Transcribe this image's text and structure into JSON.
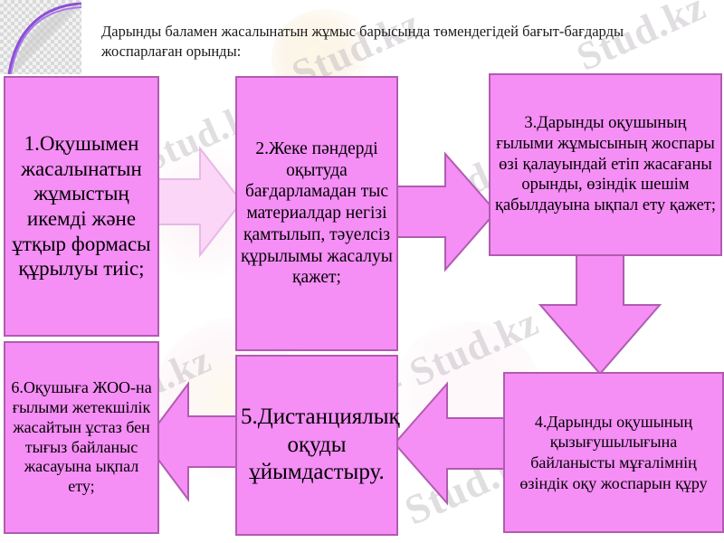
{
  "slide": {
    "background_color": "#ffffff",
    "box_fill": "#f58ef5",
    "box_border": "#b05cb0",
    "arrow_fill": "#f58ef5",
    "arrow_fill_pale": "#fbd6f7",
    "arrow_border": "#b05cb0",
    "text_color": "#000000"
  },
  "header": {
    "text": "Дарынды баламен жасалынатын жұмыс барысында төмендегідей бағыт-бағдарды жоспарлаған орынды:"
  },
  "boxes": [
    {
      "id": "box1",
      "number": "1",
      "text": "1.Оқушымен жасалынатын жұмыстың икемді және ұтқыр формасы құрылуы тиіс;"
    },
    {
      "id": "box2",
      "number": "2",
      "text": "2.Жеке пәндерді оқытуда бағдарламадан тыс материалдар негізі қамтылып, тәуелсіз құрылымы жасалуы қажет;"
    },
    {
      "id": "box3",
      "number": "3",
      "text": "3.Дарынды оқушының ғылыми жұмысының жоспары өзі қалауындай етіп жасағаны орынды, өзіндік шешім қабылдауына ықпал ету қажет;"
    },
    {
      "id": "box4",
      "number": "4",
      "text": "4.Дарынды оқушының қызығушылығына байланысты мұғалімнің өзіндік оқу жоспарын құру"
    },
    {
      "id": "box5",
      "number": "5",
      "text": "5.Дистанциялық оқуды ұйымдастыру."
    },
    {
      "id": "box6",
      "number": "6",
      "text": "6.Оқушыға ЖОО-на ғылыми жетекшілік жасайтын ұстаз бен тығыз байланыс жасауына ықпал ету;"
    }
  ],
  "arrows": [
    {
      "id": "arrow-1-2",
      "from": "1",
      "to": "2",
      "direction": "right",
      "style": "pale"
    },
    {
      "id": "arrow-2-3",
      "from": "2",
      "to": "3",
      "direction": "right",
      "style": "solid"
    },
    {
      "id": "arrow-3-4",
      "from": "3",
      "to": "4",
      "direction": "down",
      "style": "solid"
    },
    {
      "id": "arrow-4-5",
      "from": "4",
      "to": "5",
      "direction": "left",
      "style": "solid"
    },
    {
      "id": "arrow-5-6",
      "from": "5",
      "to": "6",
      "direction": "left",
      "style": "solid"
    }
  ],
  "watermark": {
    "text": "Stud.kz",
    "text_alt": "- Stud.kz",
    "color": "#b9b2b8"
  }
}
